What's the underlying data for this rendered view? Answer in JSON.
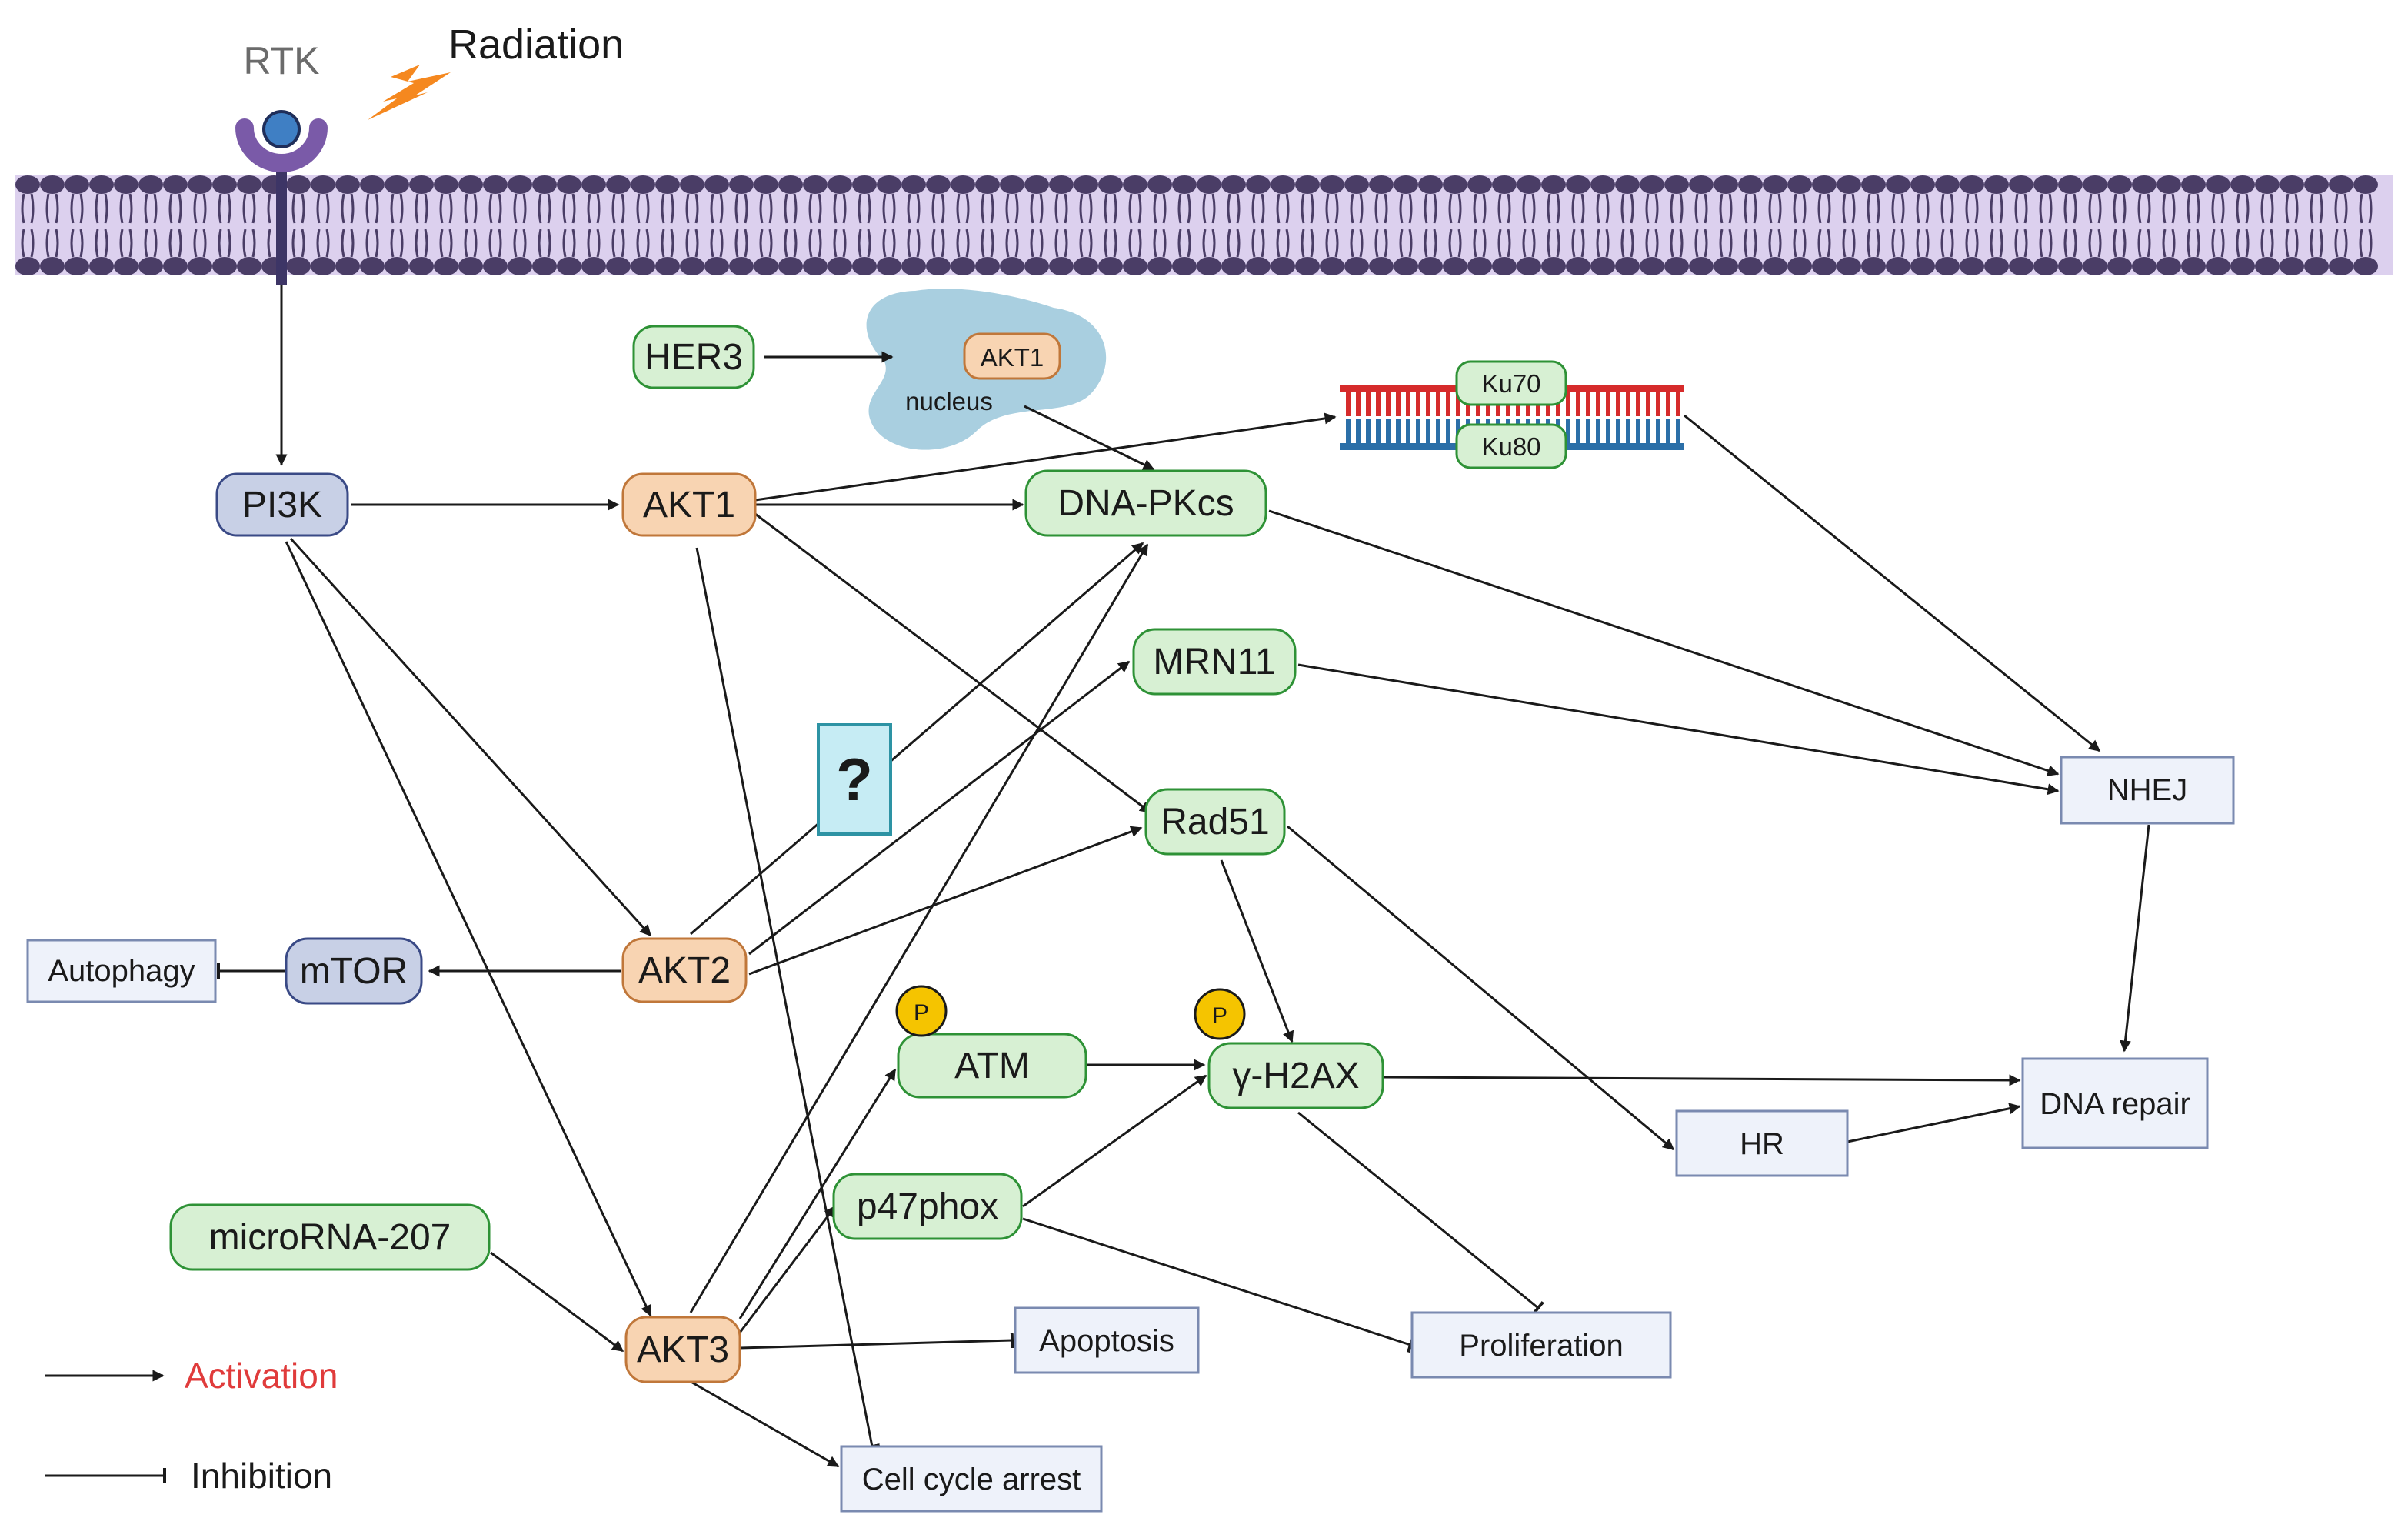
{
  "labels": {
    "rtk": "RTK",
    "radiation": "Radiation",
    "nucleus": "nucleus",
    "question": "?",
    "phospho": "P"
  },
  "nodes": {
    "pi3k": "PI3K",
    "akt1": "AKT1",
    "akt1_nucleus": "AKT1",
    "akt2": "AKT2",
    "akt3": "AKT3",
    "her3": "HER3",
    "dnapkcs": "DNA-PKcs",
    "mrn11": "MRN11",
    "rad51": "Rad51",
    "mtor": "mTOR",
    "atm": "ATM",
    "h2ax": "γ-H2AX",
    "p47phox": "p47phox",
    "microrna207": "microRNA-207",
    "ku70": "Ku70",
    "ku80": "Ku80"
  },
  "outcomes": {
    "autophagy": "Autophagy",
    "nhej": "NHEJ",
    "dna_repair": "DNA repair",
    "hr": "HR",
    "apoptosis": "Apoptosis",
    "proliferation": "Proliferation",
    "cell_cycle_arrest": "Cell cycle arrest"
  },
  "legend": {
    "activation": "Activation",
    "inhibition": "Inhibition"
  },
  "colors": {
    "membrane": "#dcd0ee",
    "lipid_head": "#4a3d66",
    "receptor": "#7a5aa8",
    "ligand": "#3f7fc4",
    "green_fill": "#d7f0d3",
    "green_stroke": "#2e9236",
    "orange_fill": "#f8d4b2",
    "orange_stroke": "#c0773a",
    "blue_fill": "#c8d0e6",
    "blue_stroke": "#3a4a86",
    "box_fill": "#eef2fa",
    "box_stroke": "#7a8ab0",
    "nucleus_fill": "#a9cfe0",
    "question_fill": "#c6ecf4",
    "question_stroke": "#2d93a4",
    "phospho_fill": "#f5c400",
    "lightning": "#f5881f",
    "dna_red": "#d62b2b",
    "dna_blue": "#2b6fa8",
    "activation_text": "#e03b3b"
  }
}
